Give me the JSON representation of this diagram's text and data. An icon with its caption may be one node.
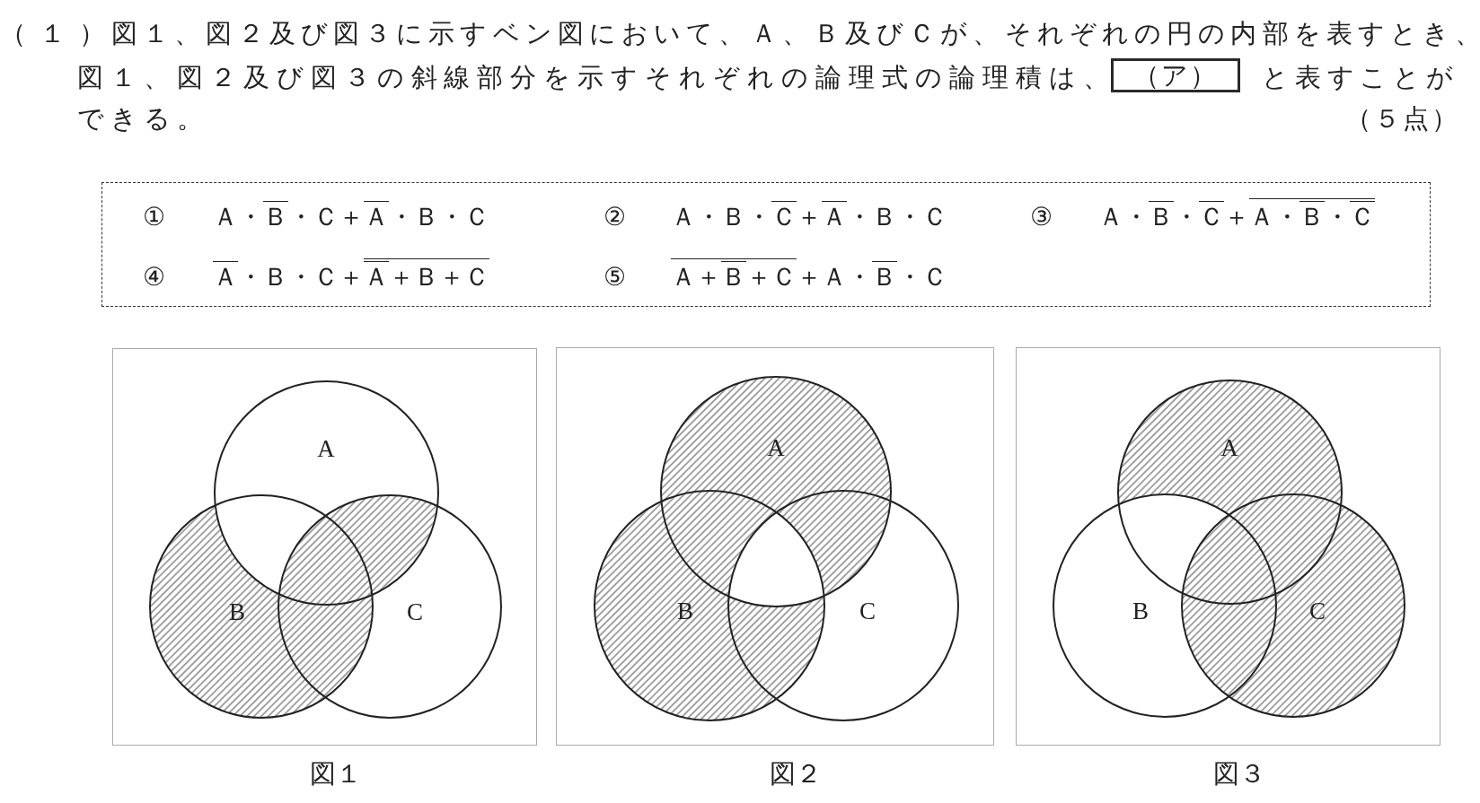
{
  "diagram": {
    "nodes": [
      {
        "text": [
          "（ア）"
        ]
      },
      {
        "text": [
          "①",
          "Ａ・Ｂ̅・Ｃ＋Ａ̅・Ｂ・Ｃ",
          "②",
          "Ａ・Ｂ・Ｃ̅＋Ａ̅・Ｂ・Ｃ",
          "③",
          "Ａ・Ｂ̅・Ｃ̅＋Ａ̅・̅Ｂ̅̅・̅Ｃ̅̅",
          "④",
          "Ａ̅・Ｂ・Ｃ＋Ａ̅̅＋̅Ｂ̅＋̅Ｃ̅",
          "⑤",
          "Ａ̅＋̅Ｂ̅̅＋̅Ｃ̅＋Ａ・Ｂ̅・Ｃ"
        ]
      },
      {
        "text": [],
        "shape": "box",
        "beside": [
          "図１"
        ]
      },
      {
        "text": [
          "A"
        ],
        "in": 2
      },
      {
        "text": [
          "B"
        ],
        "in": 2
      },
      {
        "text": [
          "C"
        ],
        "in": 2
      },
      {
        "text": [],
        "shape": "box",
        "beside": [
          "図２"
        ]
      },
      {
        "text": [
          "A"
        ],
        "in": 6
      },
      {
        "text": [
          "B"
        ],
        "in": 6
      },
      {
        "text": [
          "C"
        ],
        "in": 6
      },
      {
        "text": [],
        "shape": "box",
        "beside": [
          "図３"
        ]
      },
      {
        "text": [
          "A"
        ],
        "in": 10
      },
      {
        "text": [
          "B"
        ],
        "in": 10
      },
      {
        "text": [
          "C"
        ],
        "in": 10
      }
    ],
    "labels": [
      "（１）",
      "図１、図２及び図３に示すベン図において、Ａ、Ｂ及びＣが、それぞれの円の内部を表すとき、",
      "図１、図２及び図３の斜線部分を示すそれぞれの論理式の論理積は、",
      "と表すことが",
      "できる。",
      "（５点）"
    ]
  }
}
